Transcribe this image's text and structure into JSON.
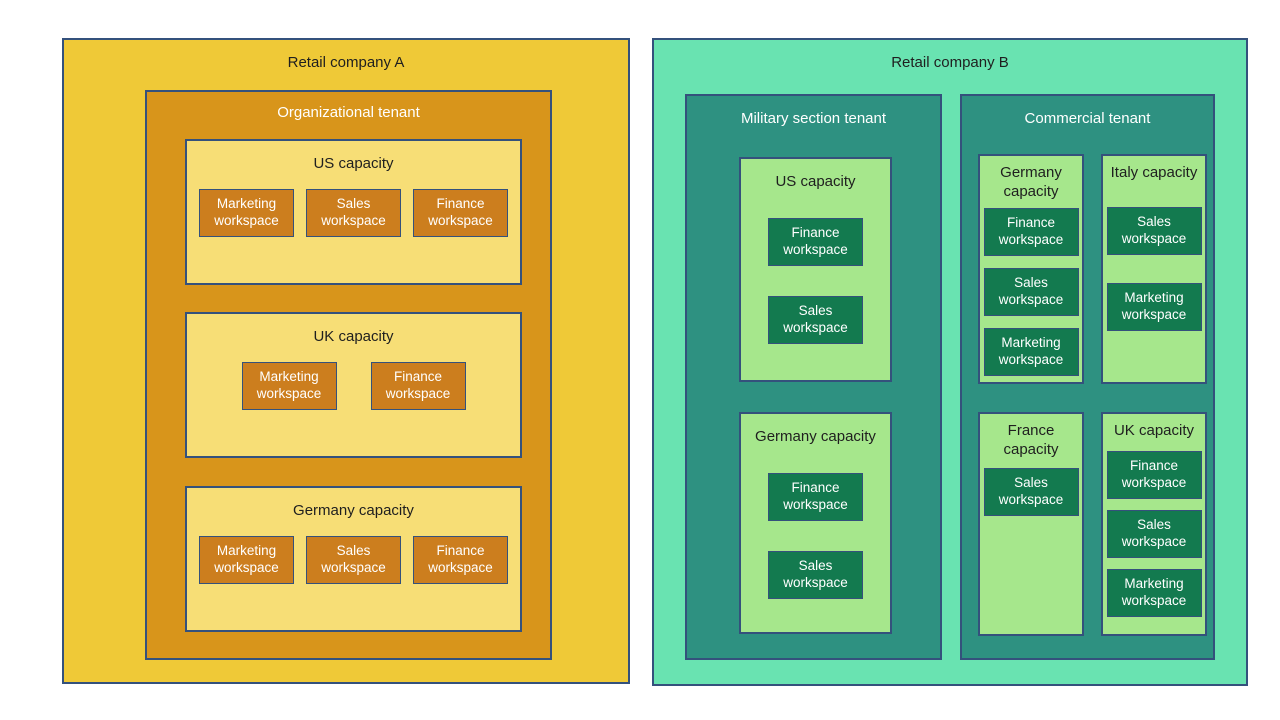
{
  "diagram": {
    "description": "Power BI tenant / capacity / workspace hierarchy diagram for two retail companies",
    "colors": {
      "border": "#34517C",
      "company_a_fill": "#EFC937",
      "tenant_a_fill": "#D8951B",
      "capacity_a_fill": "#F7DE76",
      "workspace_a_fill": "#CC7E1E",
      "company_b_fill": "#69E3B1",
      "tenant_b_fill": "#2E9181",
      "capacity_b_fill": "#A6E78C",
      "workspace_b_fill": "#137A4F",
      "dark_text": "#1F1F1F",
      "light_text": "#FFFFFF"
    },
    "companies": [
      {
        "title": "Retail company A",
        "tenants": [
          {
            "title": "Organizational tenant",
            "capacities": [
              {
                "title": "US capacity",
                "workspaces": [
                  "Marketing workspace",
                  "Sales workspace",
                  "Finance workspace"
                ]
              },
              {
                "title": "UK capacity",
                "workspaces": [
                  "Marketing workspace",
                  "Finance workspace"
                ]
              },
              {
                "title": "Germany capacity",
                "workspaces": [
                  "Marketing workspace",
                  "Sales workspace",
                  "Finance workspace"
                ]
              }
            ]
          }
        ]
      },
      {
        "title": "Retail company B",
        "tenants": [
          {
            "title": "Military section tenant",
            "capacities": [
              {
                "title": "US capacity",
                "workspaces": [
                  "Finance workspace",
                  "Sales workspace"
                ]
              },
              {
                "title": "Germany capacity",
                "workspaces": [
                  "Finance workspace",
                  "Sales workspace"
                ]
              }
            ]
          },
          {
            "title": "Commercial tenant",
            "capacities": [
              {
                "title": "Germany capacity",
                "workspaces": [
                  "Finance workspace",
                  "Sales workspace",
                  "Marketing workspace"
                ]
              },
              {
                "title": "Italy capacity",
                "workspaces": [
                  "Sales workspace",
                  "Marketing workspace"
                ]
              },
              {
                "title": "France capacity",
                "workspaces": [
                  "Sales workspace"
                ]
              },
              {
                "title": "UK capacity",
                "workspaces": [
                  "Finance workspace",
                  "Sales workspace",
                  "Marketing workspace"
                ]
              }
            ]
          }
        ]
      }
    ]
  }
}
